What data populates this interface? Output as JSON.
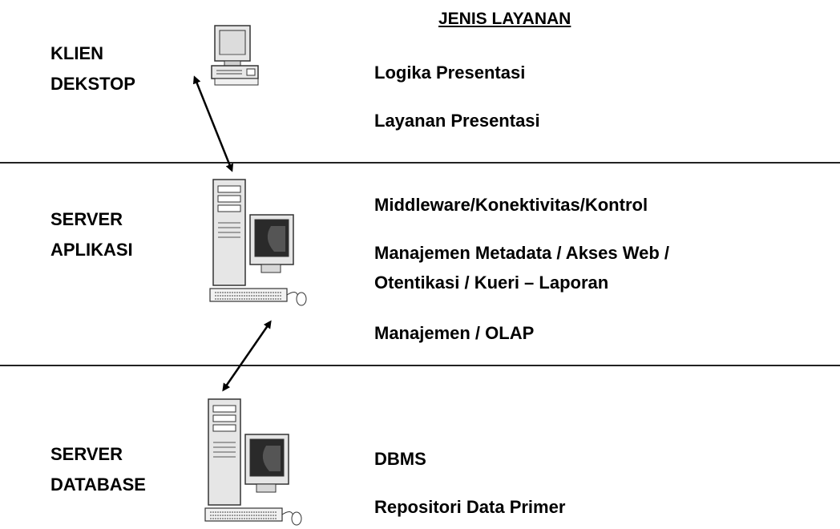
{
  "heading": "JENIS LAYANAN",
  "tiers": [
    {
      "label_lines": [
        "KLIEN",
        "DEKSTOP"
      ],
      "services": [
        "Logika Presentasi",
        "Layanan Presentasi"
      ]
    },
    {
      "label_lines": [
        "SERVER",
        "APLIKASI"
      ],
      "services": [
        "Middleware/Konektivitas/Kontrol",
        "Manajemen Metadata / Akses Web /",
        "Otentikasi / Kueri – Laporan",
        "Manajemen / OLAP"
      ]
    },
    {
      "label_lines": [
        "SERVER",
        "DATABASE"
      ],
      "services": [
        "DBMS",
        "Repositori Data Primer"
      ]
    }
  ],
  "icons": [
    "desktop-computer-icon",
    "tower-server-icon",
    "tower-server-icon"
  ],
  "colors": {
    "line": "#222222",
    "text": "#000000"
  }
}
